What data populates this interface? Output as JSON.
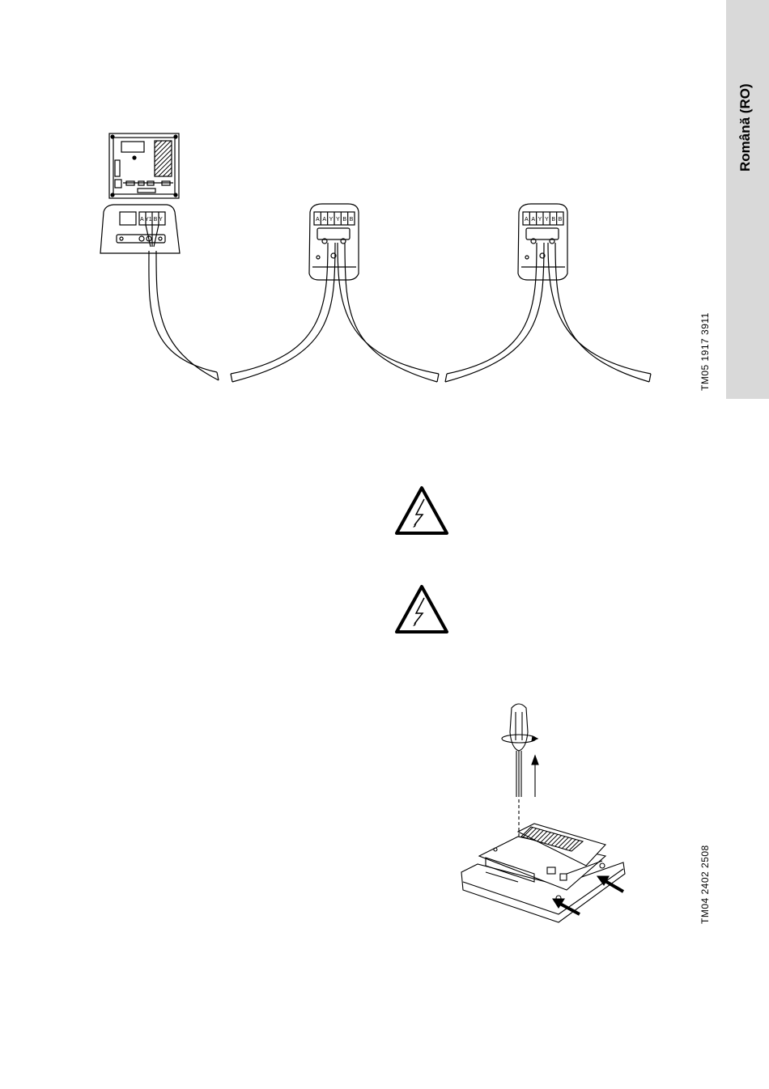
{
  "sidebar": {
    "language_label": "Română (RO)"
  },
  "figure1": {
    "code": "TM05 1917 3911",
    "controller_terminals": "A Y1 B Y",
    "module_terminals": [
      "A",
      "A",
      "Y",
      "Y",
      "B",
      "B"
    ]
  },
  "warnings": [
    {
      "icon": "electric-shock-warning-icon"
    },
    {
      "icon": "electric-shock-warning-icon"
    }
  ],
  "figure2": {
    "code": "TM04 2402 2508"
  }
}
